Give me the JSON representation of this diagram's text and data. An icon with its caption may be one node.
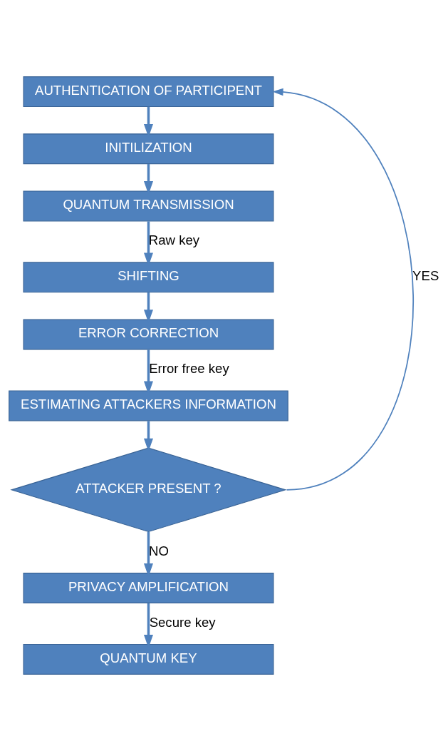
{
  "diagram": {
    "nodes": [
      {
        "text": [
          "AUTHENTICATION OF PARTICIPENT"
        ]
      },
      {
        "text": [
          "INITILIZATION"
        ]
      },
      {
        "text": [
          "QUANTUM TRANSMISSION"
        ]
      },
      {
        "text": [
          "SHIFTING"
        ]
      },
      {
        "text": [
          "ERROR CORRECTION"
        ]
      },
      {
        "text": [
          "ESTIMATING ATTACKERS INFORMATION"
        ]
      },
      {
        "text": [
          "ATTACKER PRESENT ?"
        ]
      },
      {
        "text": [
          "PRIVACY AMPLIFICATION"
        ]
      },
      {
        "text": [
          "QUANTUM KEY"
        ]
      }
    ],
    "edges": [
      {
        "from": 0,
        "to": 1,
        "arrow": "to"
      },
      {
        "from": 1,
        "to": 2,
        "arrow": "to"
      },
      {
        "from": 2,
        "to": 3,
        "arrow": "to",
        "label": "Raw key"
      },
      {
        "from": 3,
        "to": 4,
        "arrow": "to"
      },
      {
        "from": 4,
        "to": 5,
        "arrow": "to",
        "label": "Error free key"
      },
      {
        "from": 5,
        "to": 6,
        "arrow": "to"
      },
      {
        "from": 6,
        "to": 7,
        "arrow": "to",
        "label": "NO"
      },
      {
        "from": 6,
        "to": 0,
        "arrow": "to",
        "label": "YES"
      },
      {
        "from": 7,
        "to": 8,
        "arrow": "to",
        "label": "Secure key"
      }
    ]
  }
}
